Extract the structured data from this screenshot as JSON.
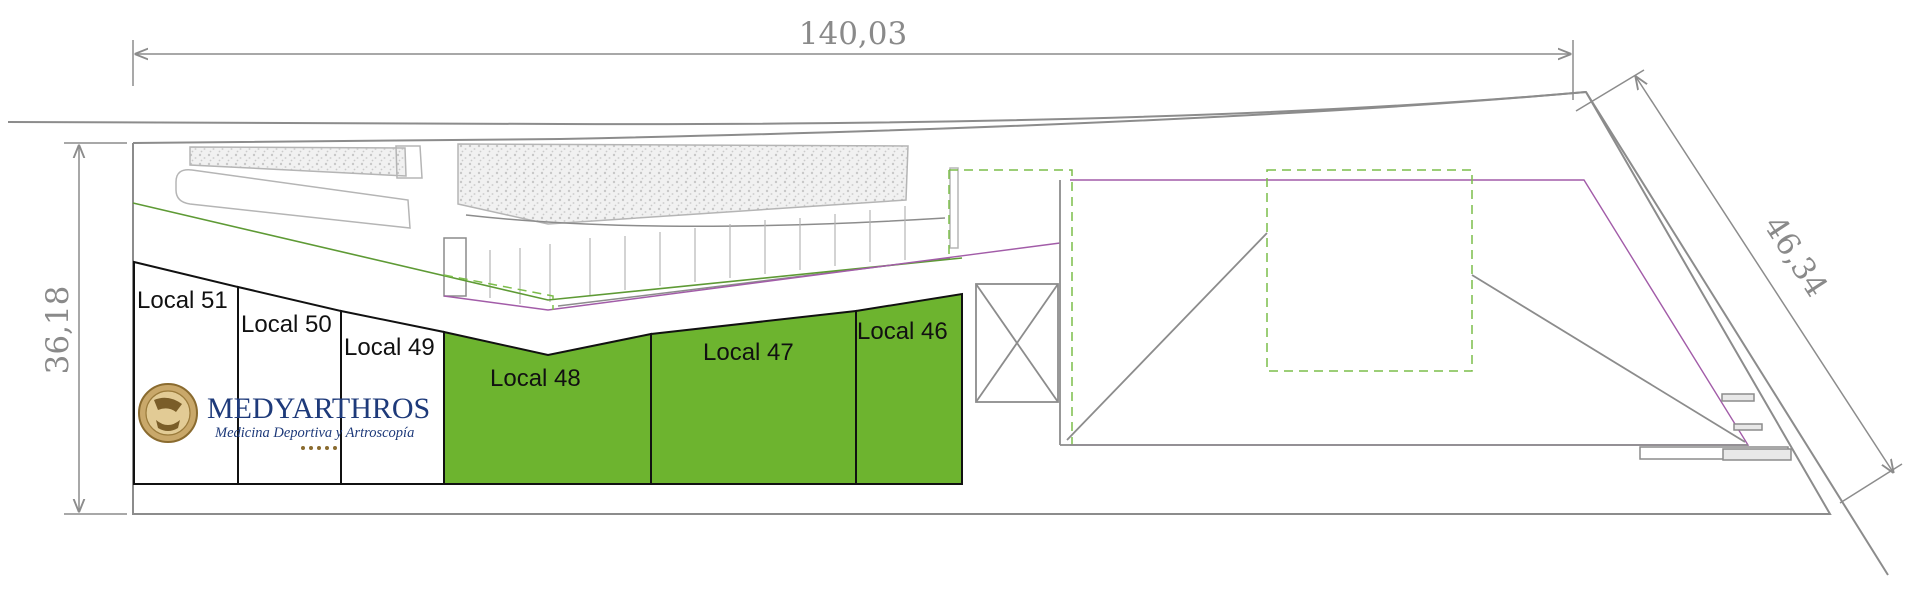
{
  "dimensions": {
    "width": "140,03",
    "height": "36,18",
    "diagonal": "46,34"
  },
  "units": [
    {
      "label": "Local 51",
      "status": "occupied",
      "fill": "#ffffff"
    },
    {
      "label": "Local 50",
      "status": "occupied",
      "fill": "#ffffff"
    },
    {
      "label": "Local 49",
      "status": "occupied",
      "fill": "#ffffff"
    },
    {
      "label": "Local 48",
      "status": "available",
      "fill": "#6db42f"
    },
    {
      "label": "Local 47",
      "status": "available",
      "fill": "#6db42f"
    },
    {
      "label": "Local 46",
      "status": "available",
      "fill": "#6db42f"
    }
  ],
  "tenant_logo": {
    "name": "MEDYARTHROS",
    "tagline": "Medicina Deportiva y Artroscopía",
    "icon": "knee-joint-seal-icon"
  },
  "colors": {
    "available": "#6db42f",
    "outline": "#8c8c8c",
    "property_line": "#5e9a35",
    "setback_line": "#a25ca8",
    "dashed_footprint": "#7cbd4a"
  }
}
